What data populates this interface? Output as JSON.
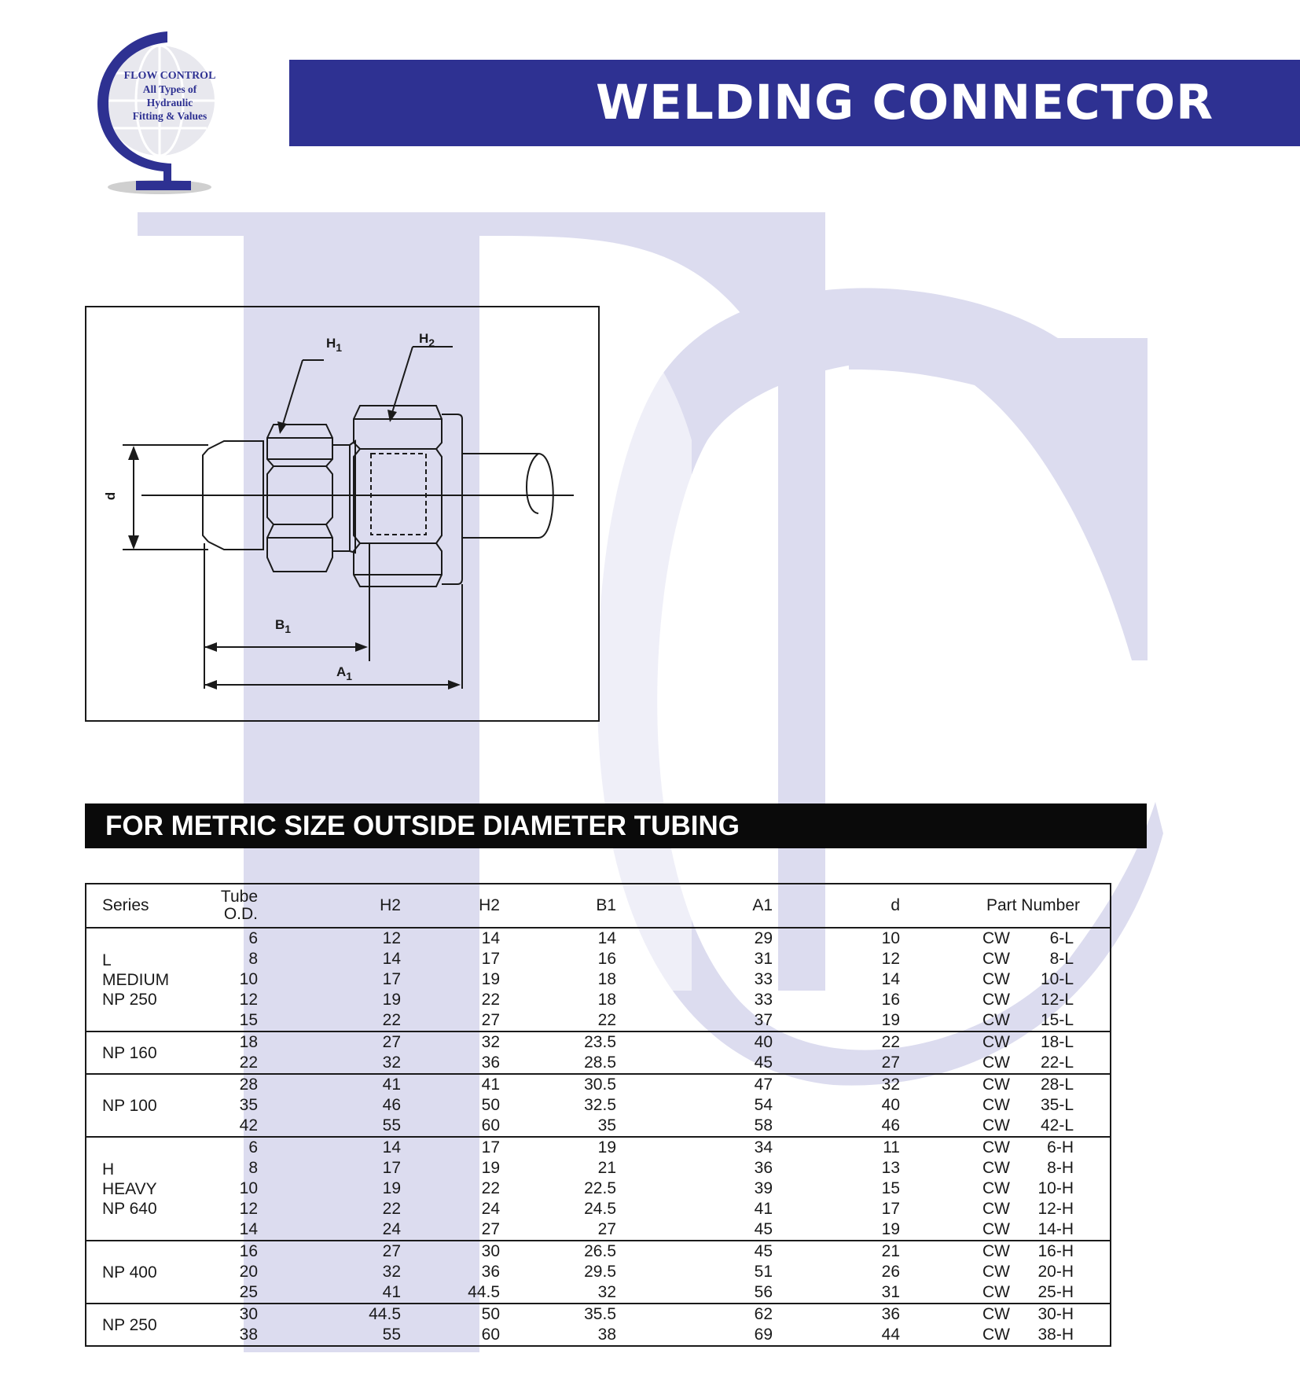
{
  "logo": {
    "line1": "FLOW CONTROL",
    "line2": "All Types of",
    "line3": "Hydraulic",
    "line4": "Fitting & Values",
    "watermark_letters": "FC"
  },
  "header": {
    "title": "WELDING CONNECTOR"
  },
  "diagram": {
    "labels": {
      "h1": "H",
      "h1_sub": "1",
      "h2": "H",
      "h2_sub": "2",
      "b1": "B",
      "b1_sub": "1",
      "a1": "A",
      "a1_sub": "1",
      "d": "d"
    }
  },
  "section": {
    "title": "FOR METRIC SIZE OUTSIDE DIAMETER TUBING"
  },
  "table": {
    "headers": {
      "series": "Series",
      "tube_od_line1": "Tube",
      "tube_od_line2": "O.D.",
      "h2a": "H2",
      "h2b": "H2",
      "b1": "B1",
      "a1": "A1",
      "d": "d",
      "part_number": "Part Number"
    },
    "groups": [
      {
        "series": [
          "L",
          "MEDIUM",
          "NP 250"
        ],
        "tube_od": [
          "6",
          "8",
          "10",
          "12",
          "15"
        ],
        "h2a": [
          "12",
          "14",
          "17",
          "19",
          "22"
        ],
        "h2b": [
          "14",
          "17",
          "19",
          "22",
          "27"
        ],
        "b1": [
          "14",
          "16",
          "18",
          "18",
          "22"
        ],
        "a1": [
          "29",
          "31",
          "33",
          "33",
          "37"
        ],
        "d": [
          "10",
          "12",
          "14",
          "16",
          "19"
        ],
        "pn_prefix": [
          "CW",
          "CW",
          "CW",
          "CW",
          "CW"
        ],
        "pn_code": [
          "6-L",
          "8-L",
          "10-L",
          "12-L",
          "15-L"
        ]
      },
      {
        "series": [
          "NP 160"
        ],
        "tube_od": [
          "18",
          "22"
        ],
        "h2a": [
          "27",
          "32"
        ],
        "h2b": [
          "32",
          "36"
        ],
        "b1": [
          "23.5",
          "28.5"
        ],
        "a1": [
          "40",
          "45"
        ],
        "d": [
          "22",
          "27"
        ],
        "pn_prefix": [
          "CW",
          "CW"
        ],
        "pn_code": [
          "18-L",
          "22-L"
        ]
      },
      {
        "series": [
          "NP 100"
        ],
        "tube_od": [
          "28",
          "35",
          "42"
        ],
        "h2a": [
          "41",
          "46",
          "55"
        ],
        "h2b": [
          "41",
          "50",
          "60"
        ],
        "b1": [
          "30.5",
          "32.5",
          "35"
        ],
        "a1": [
          "47",
          "54",
          "58"
        ],
        "d": [
          "32",
          "40",
          "46"
        ],
        "pn_prefix": [
          "CW",
          "CW",
          "CW"
        ],
        "pn_code": [
          "28-L",
          "35-L",
          "42-L"
        ]
      },
      {
        "series": [
          "H",
          "HEAVY",
          "NP 640"
        ],
        "tube_od": [
          "6",
          "8",
          "10",
          "12",
          "14"
        ],
        "h2a": [
          "14",
          "17",
          "19",
          "22",
          "24"
        ],
        "h2b": [
          "17",
          "19",
          "22",
          "24",
          "27"
        ],
        "b1": [
          "19",
          "21",
          "22.5",
          "24.5",
          "27"
        ],
        "a1": [
          "34",
          "36",
          "39",
          "41",
          "45"
        ],
        "d": [
          "11",
          "13",
          "15",
          "17",
          "19"
        ],
        "pn_prefix": [
          "CW",
          "CW",
          "CW",
          "CW",
          "CW"
        ],
        "pn_code": [
          "6-H",
          "8-H",
          "10-H",
          "12-H",
          "14-H"
        ]
      },
      {
        "series": [
          "NP 400"
        ],
        "tube_od": [
          "16",
          "20",
          "25"
        ],
        "h2a": [
          "27",
          "32",
          "41"
        ],
        "h2b": [
          "30",
          "36",
          "44.5"
        ],
        "b1": [
          "26.5",
          "29.5",
          "32"
        ],
        "a1": [
          "45",
          "51",
          "56"
        ],
        "d": [
          "21",
          "26",
          "31"
        ],
        "pn_prefix": [
          "CW",
          "CW",
          "CW"
        ],
        "pn_code": [
          "16-H",
          "20-H",
          "25-H"
        ]
      },
      {
        "series": [
          "NP 250"
        ],
        "tube_od": [
          "30",
          "38"
        ],
        "h2a": [
          "44.5",
          "55"
        ],
        "h2b": [
          "50",
          "60"
        ],
        "b1": [
          "35.5",
          "38"
        ],
        "a1": [
          "62",
          "69"
        ],
        "d": [
          "36",
          "44"
        ],
        "pn_prefix": [
          "CW",
          "CW"
        ],
        "pn_code": [
          "30-H",
          "38-H"
        ]
      }
    ]
  },
  "colors": {
    "brand_blue": "#2e3192",
    "watermark": "#dcdcef",
    "section_bar": "#0a0a0a"
  }
}
